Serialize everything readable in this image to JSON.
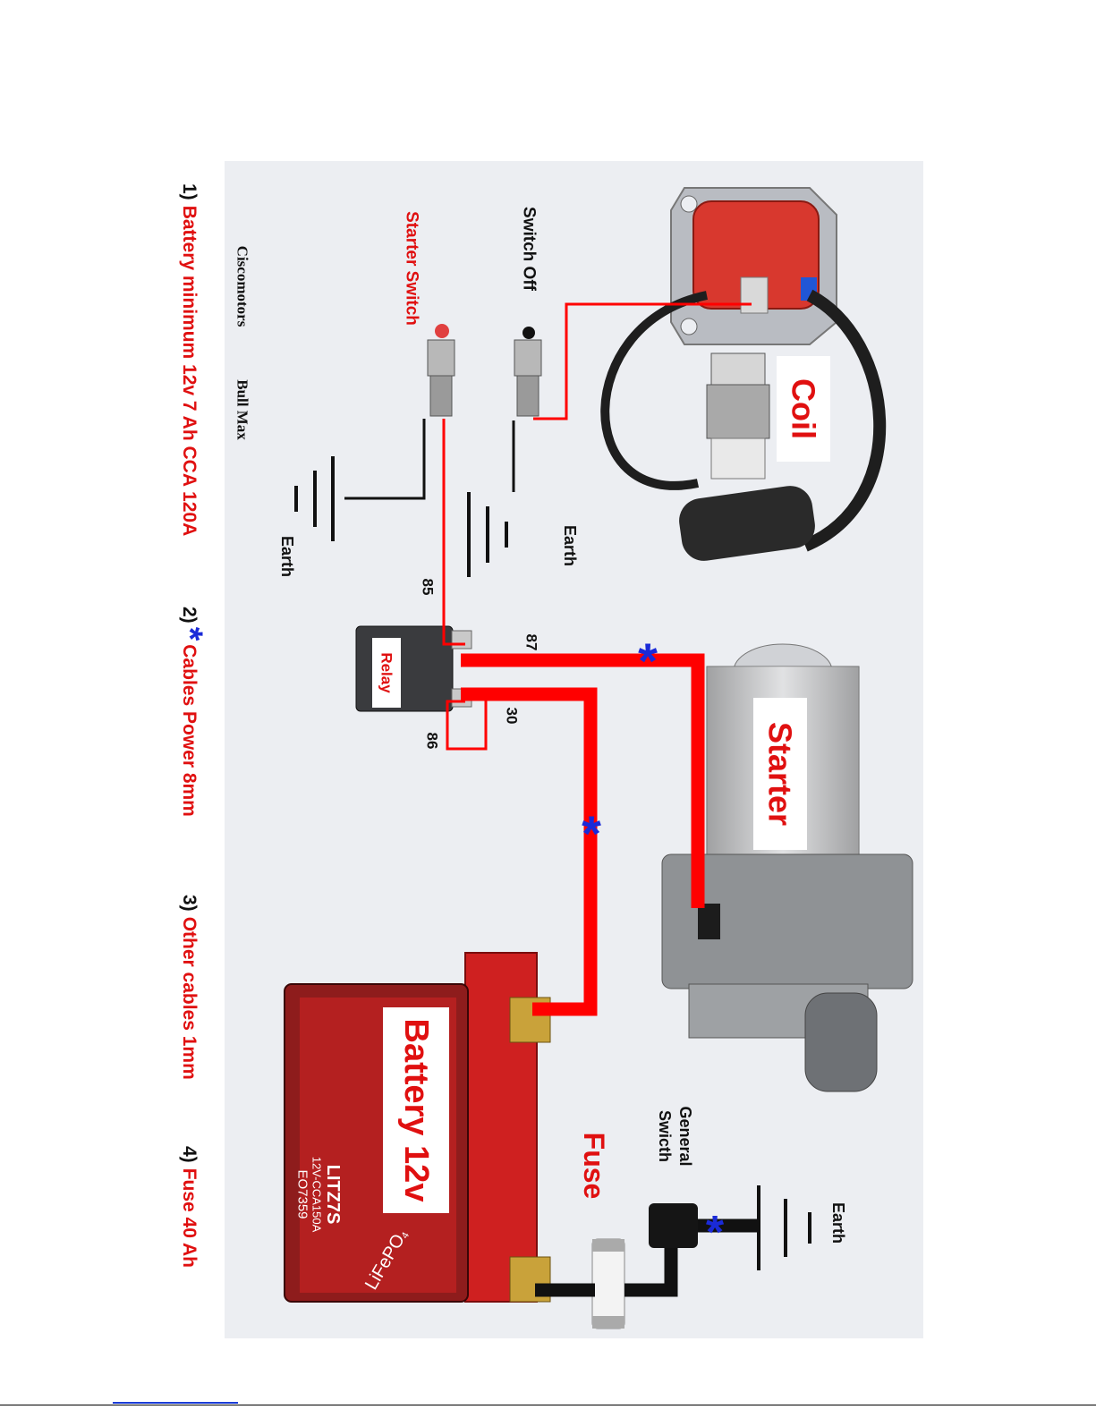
{
  "colors": {
    "accent_red": "#e01010",
    "wire_red": "#ff0000",
    "asterisk_blue": "#1a2ad8",
    "text_black": "#111111",
    "photo_bg": "#eceef2"
  },
  "labels": {
    "coil": "Coil",
    "starter": "Starter",
    "battery": "Battery 12v",
    "relay": "Relay",
    "fuse": "Fuse",
    "switch_off": "Switch Off",
    "starter_switch": "Starter Switch",
    "earth_1": "Earth",
    "earth_2": "Earth",
    "earth_3": "Earth",
    "general_switch_line1": "General",
    "general_switch_line2": "Swicth",
    "pin_85": "85",
    "pin_87": "87",
    "pin_30": "30",
    "pin_86": "86",
    "asterisk": "*",
    "credit_1": "Ciscomotors",
    "credit_2": "Bull Max"
  },
  "battery_print": {
    "model": "LITZ7S",
    "spec": "12V-CCA150A",
    "code": "EO7359",
    "chem": "LiFePO",
    "chem_sub": "4"
  },
  "notes": {
    "n1_num": "1)",
    "n1_text": "Battery minimum 12v 7 Ah CCA 120A",
    "n2_num": "2)",
    "n2_star": "*",
    "n2_text": "Cables Power 8mm",
    "n3_num": "3)",
    "n3_text": "Other cables 1mm",
    "n4_num": "4)",
    "n4_text": "Fuse 40 Ah"
  }
}
